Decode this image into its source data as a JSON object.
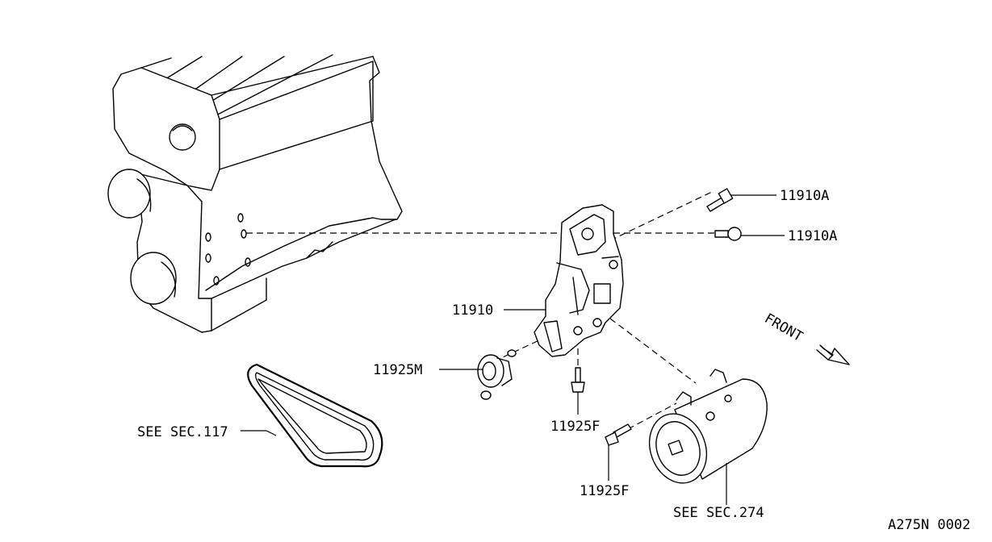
{
  "labels": {
    "bolt_upper": "11910A",
    "bolt_lower": "11910A",
    "bracket": "11910",
    "idler": "11925M",
    "bolt_center": "11925F",
    "bolt_compressor": "11925F",
    "belt_ref": "SEE SEC.117",
    "compressor_ref": "SEE SEC.274",
    "direction": "FRONT",
    "figure_code": "A275N 0002"
  },
  "icons": [
    "engine-block",
    "drive-belt",
    "bracket",
    "idler-pulley",
    "compressor",
    "bolt",
    "front-arrow"
  ]
}
